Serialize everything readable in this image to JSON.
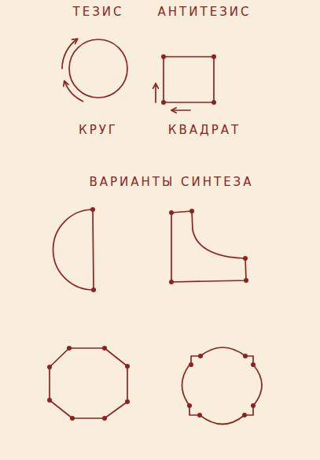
{
  "diagram": {
    "nodes": [
      {
        "text": [
          "ТЕЗИС",
          "КРУГ"
        ]
      },
      {
        "text": [
          "АНТИТЕЗИС",
          "КВАДРАТ"
        ]
      }
    ],
    "labels": [
      "ВАРИАНТЫ СИНТЕЗА"
    ]
  }
}
